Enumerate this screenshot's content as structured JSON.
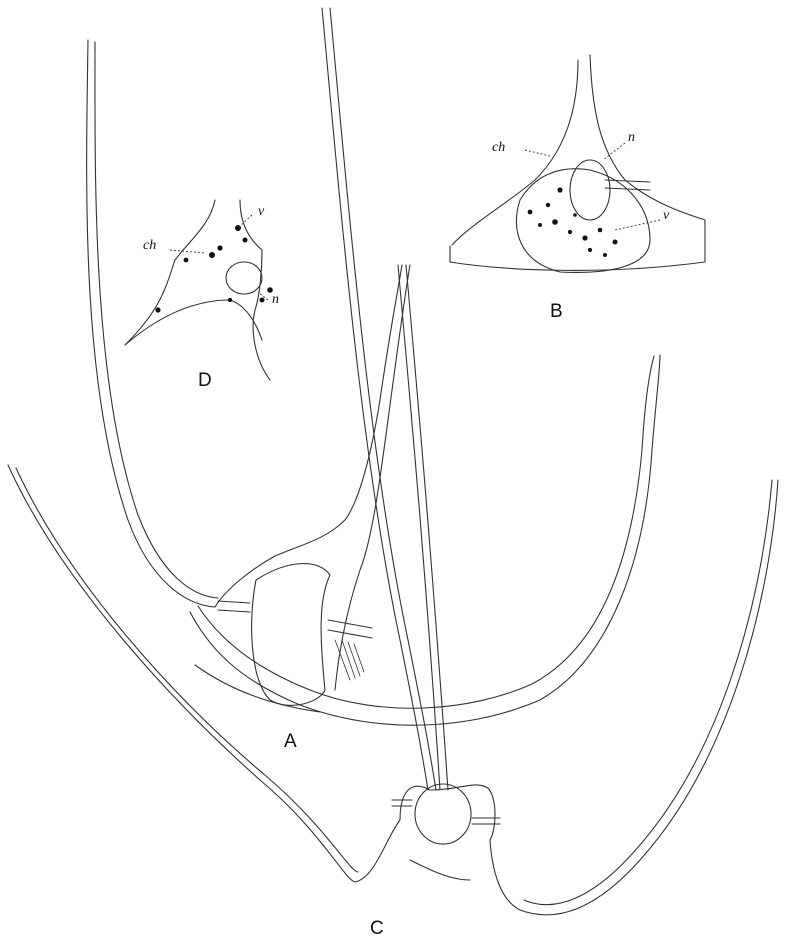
{
  "figure": {
    "panels": [
      {
        "id": "A",
        "label": "A"
      },
      {
        "id": "B",
        "label": "B"
      },
      {
        "id": "C",
        "label": "C"
      },
      {
        "id": "D",
        "label": "D"
      }
    ],
    "annotations": {
      "B": {
        "ch": "ch",
        "n": "n",
        "v": "v"
      },
      "D": {
        "ch": "ch",
        "n": "n",
        "v": "v"
      }
    }
  }
}
